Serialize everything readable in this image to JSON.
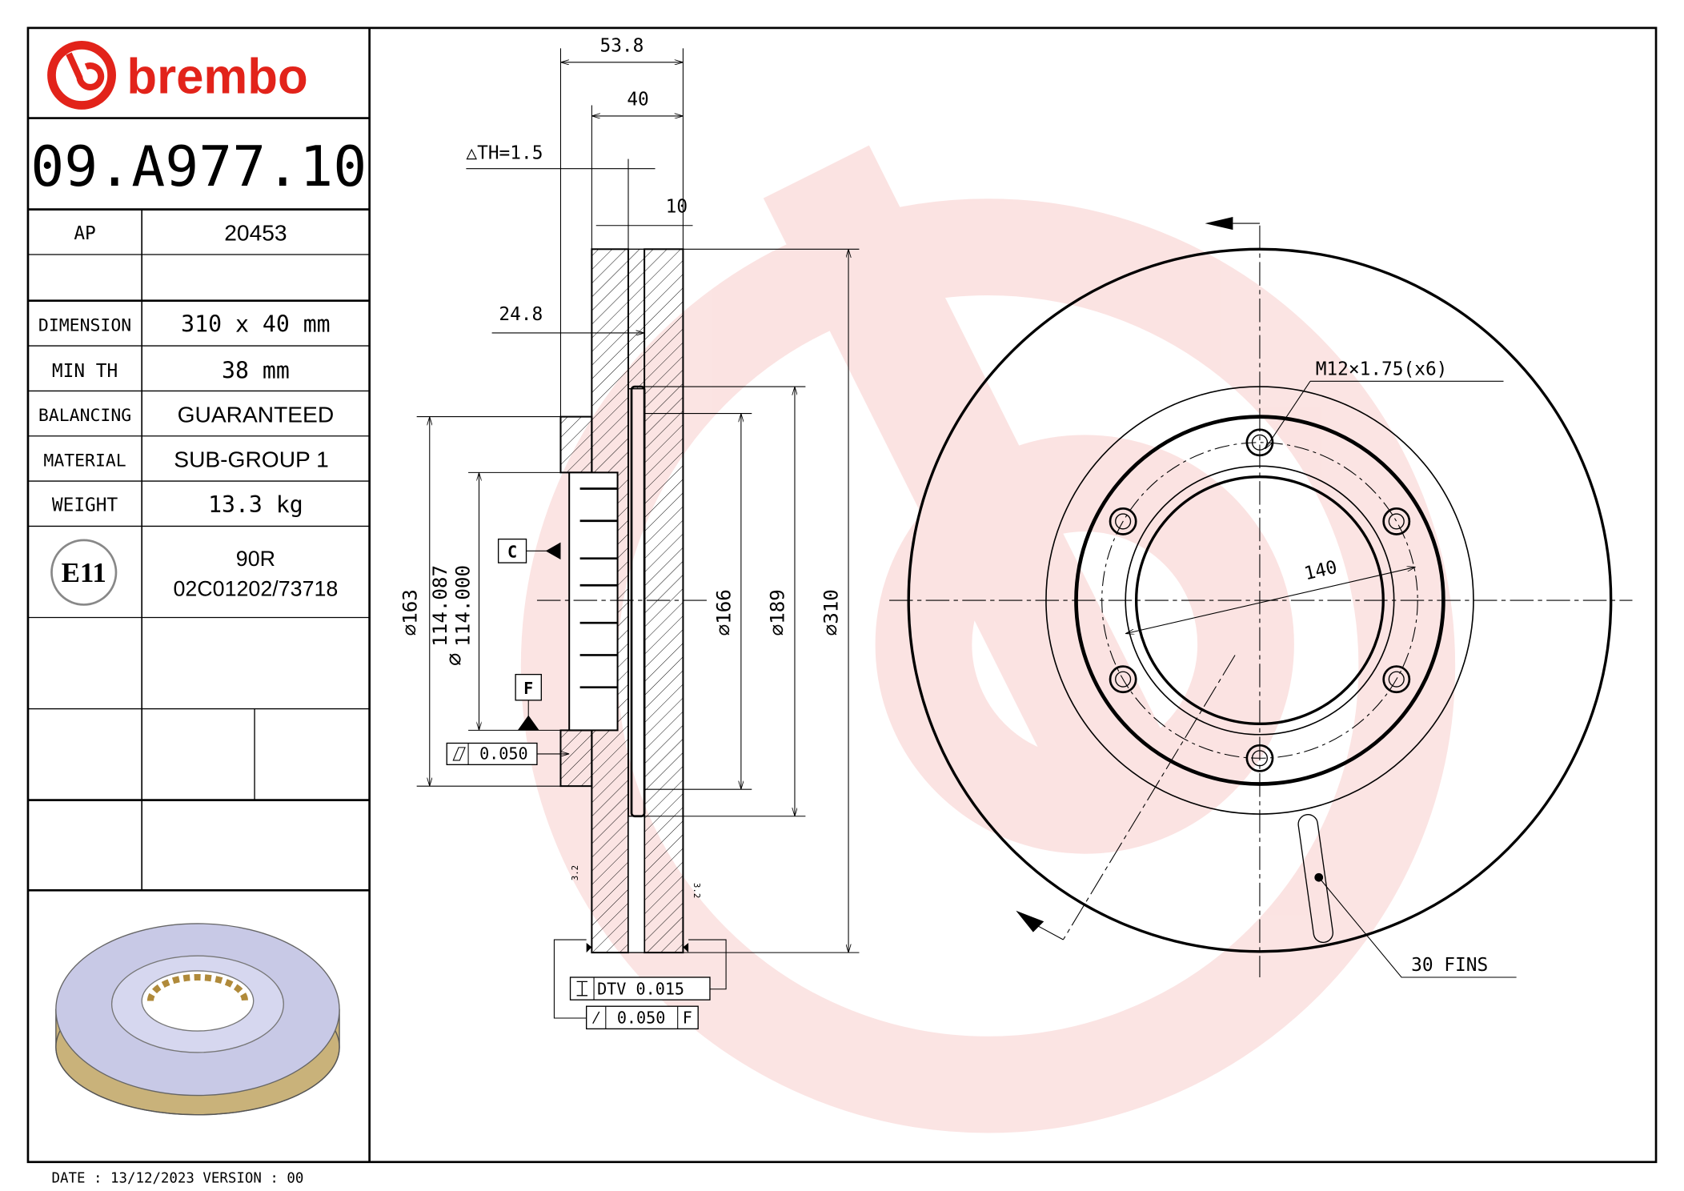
{
  "brand": {
    "name": "brembo",
    "color": "#e2231a"
  },
  "part_number": "09.A977.10",
  "spec_table": [
    {
      "label": "AP",
      "value": "20453"
    },
    {
      "label": "",
      "value": ""
    },
    {
      "label": "DIMENSION",
      "value": "310 x 40 mm"
    },
    {
      "label": "MIN TH",
      "value": "38 mm"
    },
    {
      "label": "BALANCING",
      "value": "GUARANTEED"
    },
    {
      "label": "MATERIAL",
      "value": "SUB-GROUP 1"
    },
    {
      "label": "WEIGHT",
      "value": "13.3 kg"
    }
  ],
  "approval": {
    "mark": "E11",
    "line1": "90R",
    "line2": "02C01202/73718"
  },
  "footer": "DATE : 13/12/2023 VERSION : 00",
  "section_view": {
    "dim_overall_width": "53.8",
    "dim_thickness": "40",
    "dim_delta_th": "△TH=1.5",
    "dim_pad": "10",
    "dim_offset": "24.8",
    "dia_163": "⌀163",
    "dia_bore_max": "114.087",
    "dia_bore_min": "114.000",
    "dia_bore_symbol": "⌀",
    "dia_166": "⌀166",
    "dia_189": "⌀189",
    "dia_310": "⌀310",
    "datum_c": "C",
    "datum_f": "F",
    "flatness_value": "0.050",
    "dtv_label": "DTV 0.015",
    "runout_value": "0.050",
    "runout_datum": "F",
    "roughness_left": "3.2",
    "roughness_right": "3.2"
  },
  "front_view": {
    "thread_label": "M12×1.75(x6)",
    "pcd_label": "140",
    "fins_label": "30 FINS"
  }
}
